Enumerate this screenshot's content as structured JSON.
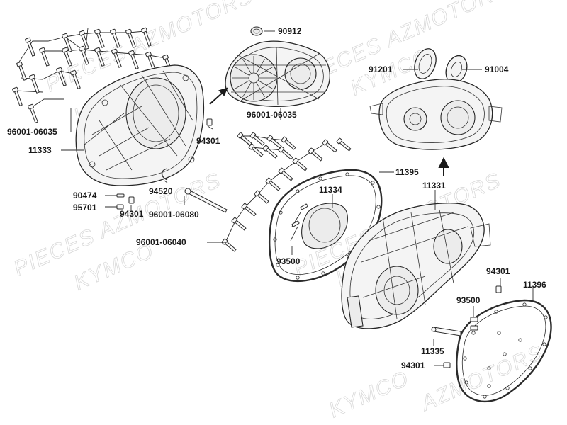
{
  "watermarks": [
    {
      "text": "PIECES AZMOTORS"
    },
    {
      "text": "KYMCO"
    },
    {
      "text": "PIECES AZMOTORS"
    },
    {
      "text": "KYMCO"
    },
    {
      "text": "PIECES AZMOTORS"
    },
    {
      "text": "KYMCO"
    },
    {
      "text": "PIECES AZMOTORS"
    },
    {
      "text": "KYMCO"
    },
    {
      "text": "AZMOTORS"
    },
    {
      "text": "KYMCO"
    }
  ],
  "callouts": [
    {
      "id": "c01",
      "text": "90912"
    },
    {
      "id": "c02",
      "text": "91201"
    },
    {
      "id": "c03",
      "text": "91004"
    },
    {
      "id": "c04",
      "text": "96001-06035"
    },
    {
      "id": "c05",
      "text": "96001-06035"
    },
    {
      "id": "c06",
      "text": "11333"
    },
    {
      "id": "c07",
      "text": "94301"
    },
    {
      "id": "c08",
      "text": "11395"
    },
    {
      "id": "c09",
      "text": "11334"
    },
    {
      "id": "c10",
      "text": "11331"
    },
    {
      "id": "c11",
      "text": "94520"
    },
    {
      "id": "c12",
      "text": "90474"
    },
    {
      "id": "c13",
      "text": "95701"
    },
    {
      "id": "c14",
      "text": "94301"
    },
    {
      "id": "c15",
      "text": "96001-06080"
    },
    {
      "id": "c16",
      "text": "96001-06040"
    },
    {
      "id": "c17",
      "text": "93500"
    },
    {
      "id": "c18",
      "text": "94301"
    },
    {
      "id": "c19",
      "text": "11396"
    },
    {
      "id": "c20",
      "text": "93500"
    },
    {
      "id": "c21",
      "text": "11335"
    },
    {
      "id": "c22",
      "text": "94301"
    }
  ]
}
